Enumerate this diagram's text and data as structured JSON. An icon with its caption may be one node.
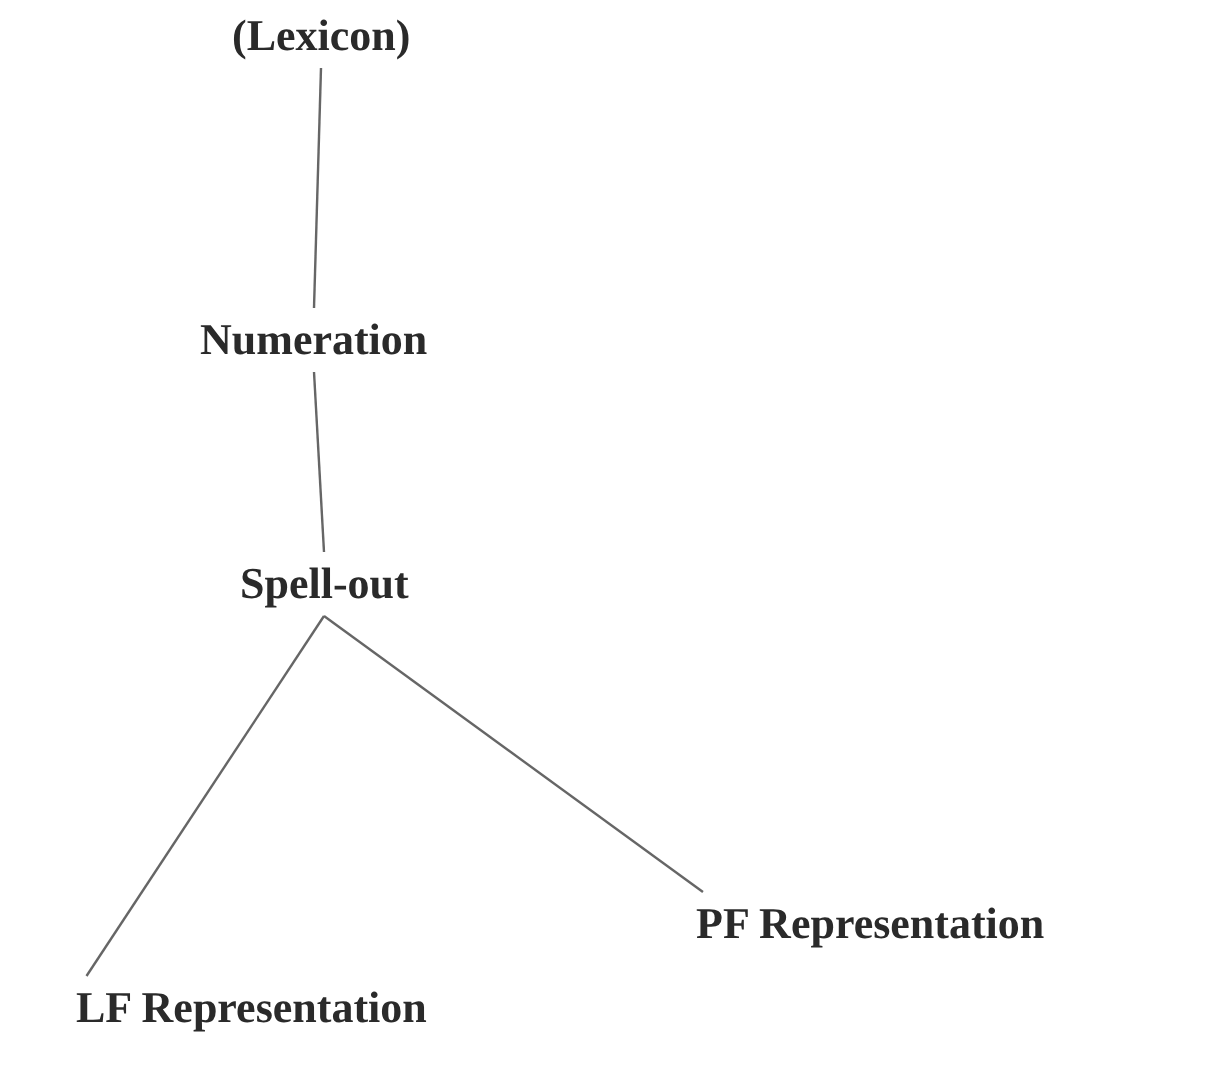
{
  "diagram": {
    "nodes": [
      {
        "text": [
          "(Lexicon)"
        ]
      },
      {
        "text": [
          "Numeration"
        ]
      },
      {
        "text": [
          "Spell-out"
        ]
      },
      {
        "text": [
          "LF Representation"
        ]
      },
      {
        "text": [
          "PF Representation"
        ]
      }
    ],
    "edges": [
      {
        "from": 0,
        "to": 1,
        "arrow": "none"
      },
      {
        "from": 1,
        "to": 2,
        "arrow": "none"
      },
      {
        "from": 2,
        "to": 3,
        "arrow": "none"
      },
      {
        "from": 2,
        "to": 4,
        "arrow": "none"
      }
    ]
  }
}
